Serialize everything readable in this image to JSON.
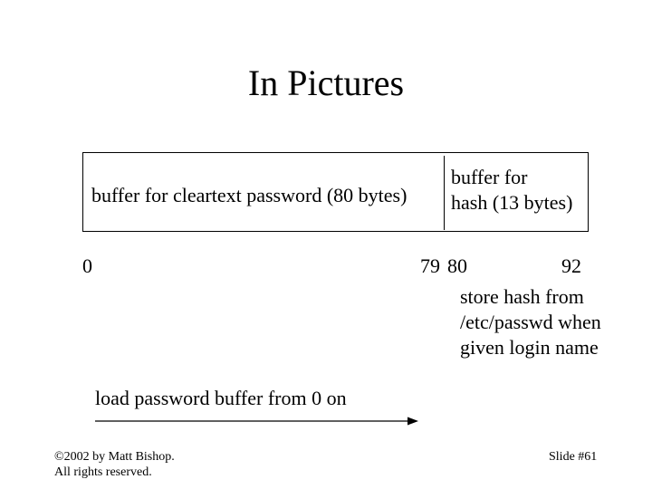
{
  "slide": {
    "title": "In Pictures",
    "cleartext_label": "buffer for cleartext password (80 bytes)",
    "hash_label_lines": [
      "buffer for",
      "hash (13 bytes)"
    ],
    "offsets": {
      "start": "0",
      "end_of_cleartext": "79",
      "start_of_hash": "80",
      "end_of_hash": "92"
    },
    "store_note_lines": [
      "store hash from",
      "/etc/passwd when",
      "given login name"
    ],
    "load_note": "load password buffer from 0 on",
    "footer_left_lines": [
      "©2002 by Matt Bishop.",
      "All rights reserved."
    ],
    "footer_right": "Slide #61"
  },
  "colors": {
    "background": "#ffffff",
    "ink": "#000000"
  }
}
